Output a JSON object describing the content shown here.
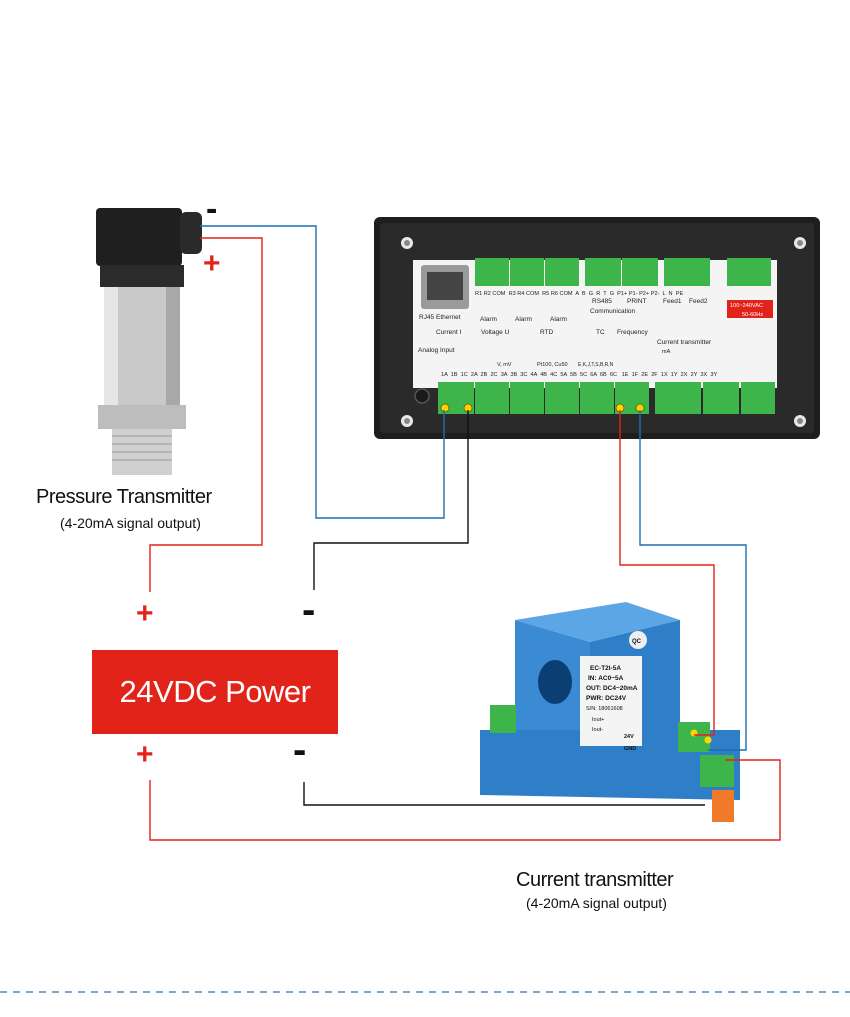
{
  "labels": {
    "pressure_title": "Pressure Transmitter",
    "pressure_sub": "(4-20mA signal output)",
    "power_label": "24VDC Power",
    "current_title": "Current transmitter",
    "current_sub": "(4-20mA signal output)"
  },
  "signs": {
    "pt_minus": "-",
    "pt_plus": "+",
    "power_top_plus": "+",
    "power_top_minus": "-",
    "power_bottom_plus": "+",
    "power_bottom_minus": "-"
  },
  "controller": {
    "rj45": "RJ45 Ethernet",
    "top_terminals": "R1 R2 COM  R3 R4 COM  R5 R6 COM  A  B  G  R  T  G  P1+ P1- P2+ P2-  L  N  PE",
    "alarm": "Alarm",
    "rs485": "RS485",
    "print": "PRINT",
    "communication": "Communication",
    "feed1": "Feed1",
    "feed2": "Feed2",
    "supply": "100~240VAC",
    "supply_hz": "50-60Hz",
    "analog_input": "Analog Input",
    "current": "Current I",
    "voltage": "Voltage U",
    "rtd": "RTD",
    "tc": "TC",
    "frequency": "Frequency",
    "current_transmitter": "Current transmitter",
    "v_mv": "V, mV",
    "pt100": "Pt100, Cu50",
    "tc_types": "E,K,J,T,S,B,R,N",
    "ma": "mA",
    "bottom_terminals": "1A  1B  1C  2A  2B  2C  3A  3B  3C  4A  4B  4C  5A  5B  5C  6A  6B  6C   1E  1F  2E  2F  1X  1Y  2X  2Y  3X  3Y"
  },
  "ct_device": {
    "badge": "QC",
    "model": "EC-T2I-5A",
    "in": "IN: AC0~5A",
    "out": "OUT: DC4~20mA",
    "pwr": "PWR: DC24V",
    "sn": "S/N: 18061608",
    "iout_plus": "Iout+",
    "iout": "Iout-",
    "v24": "24V",
    "gnd": "GND"
  },
  "colors": {
    "red_wire": "#e2231a",
    "blue_wire": "#1b6fb3",
    "black_wire": "#111111",
    "power_box": "#e2231a",
    "terminal_green": "#3db54a",
    "ct_blue": "#2f7ec8"
  }
}
